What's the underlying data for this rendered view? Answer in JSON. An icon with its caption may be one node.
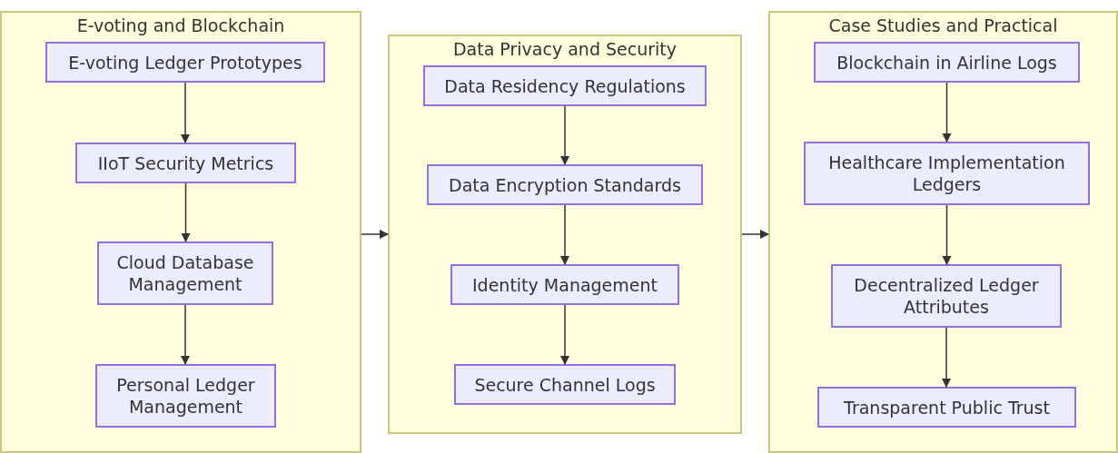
{
  "diagram": {
    "nodes": [
      {
        "text": [
          "E-voting and Blockchain"
        ]
      },
      {
        "text": [
          "E-voting Ledger Prototypes"
        ],
        "in": 0
      },
      {
        "text": [
          "IIoT Security Metrics"
        ],
        "in": 0
      },
      {
        "text": [
          "Cloud Database Management"
        ],
        "in": 0
      },
      {
        "text": [
          "Personal Ledger Management"
        ],
        "in": 0
      },
      {
        "text": [
          "Data Privacy and Security"
        ]
      },
      {
        "text": [
          "Data Residency Regulations"
        ],
        "in": 5
      },
      {
        "text": [
          "Data Encryption Standards"
        ],
        "in": 5
      },
      {
        "text": [
          "Identity Management"
        ],
        "in": 5
      },
      {
        "text": [
          "Secure Channel Logs"
        ],
        "in": 5
      },
      {
        "text": [
          "Case Studies and Practical"
        ]
      },
      {
        "text": [
          "Blockchain in Airline Logs"
        ],
        "in": 10
      },
      {
        "text": [
          "Healthcare Implementation Ledgers"
        ],
        "in": 10
      },
      {
        "text": [
          "Decentralized Ledger Attributes"
        ],
        "in": 10
      },
      {
        "text": [
          "Transparent Public Trust"
        ],
        "in": 10
      }
    ],
    "edges": [
      {
        "from": 1,
        "to": 2,
        "arrow": "to"
      },
      {
        "from": 2,
        "to": 3,
        "arrow": "to"
      },
      {
        "from": 3,
        "to": 4,
        "arrow": "to"
      },
      {
        "from": 6,
        "to": 7,
        "arrow": "to"
      },
      {
        "from": 7,
        "to": 8,
        "arrow": "to"
      },
      {
        "from": 8,
        "to": 9,
        "arrow": "to"
      },
      {
        "from": 11,
        "to": 12,
        "arrow": "to"
      },
      {
        "from": 12,
        "to": 13,
        "arrow": "to"
      },
      {
        "from": 13,
        "to": 14,
        "arrow": "to"
      },
      {
        "from": 0,
        "to": 5,
        "arrow": "to"
      },
      {
        "from": 5,
        "to": 10,
        "arrow": "to"
      }
    ]
  }
}
